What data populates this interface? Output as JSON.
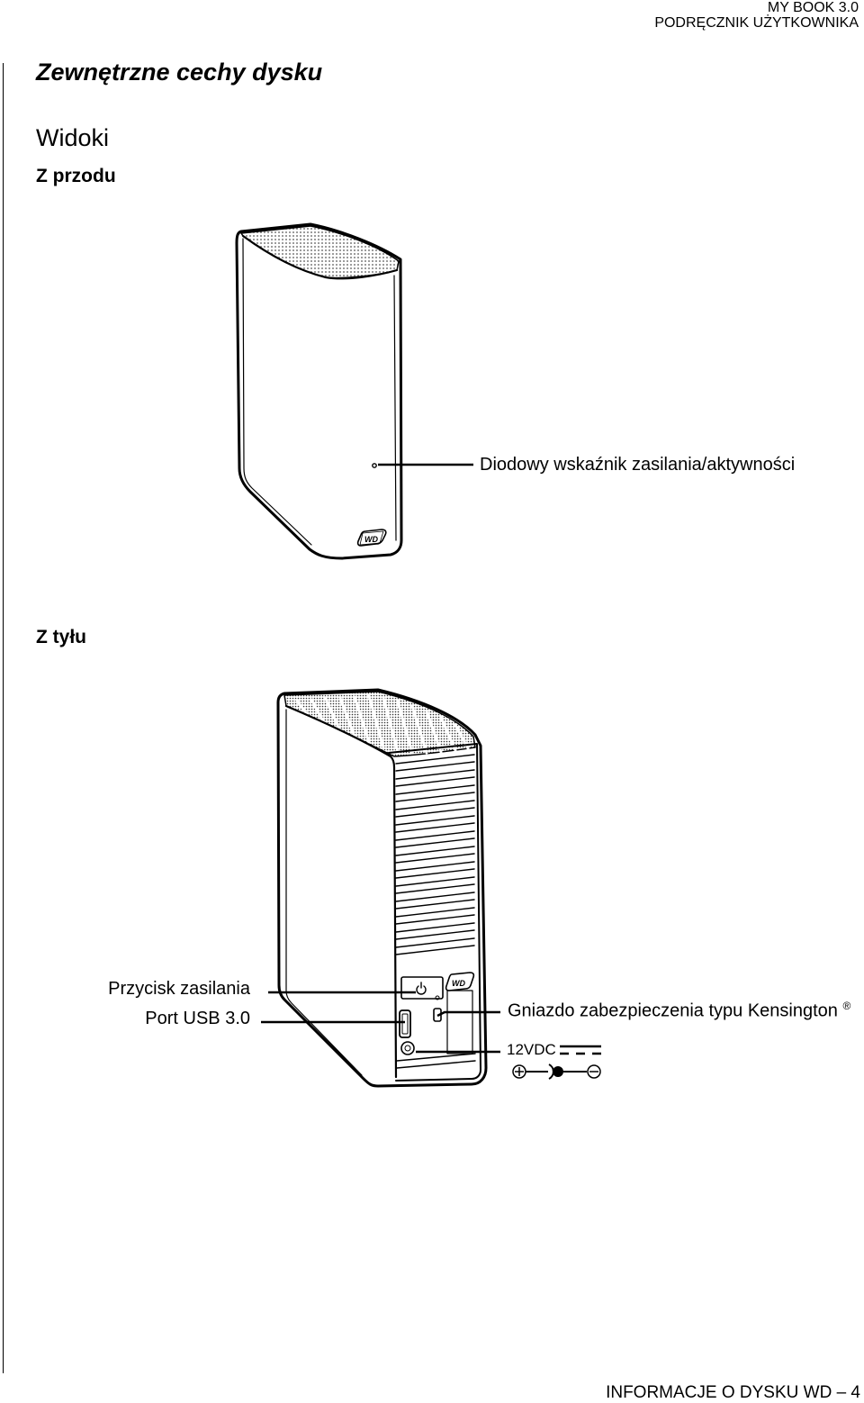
{
  "header": {
    "product": "MY BOOK 3.0",
    "manual": "PODRĘCZNIK UŻYTKOWNIKA"
  },
  "section": {
    "title": "Zewnętrzne cechy dysku",
    "subtitle": "Widoki",
    "front_heading": "Z przodu",
    "back_heading": "Z tyłu"
  },
  "front_callouts": {
    "led": "Diodowy wskaźnik zasilania/aktywności"
  },
  "back_callouts": {
    "power_button": "Przycisk zasilania",
    "usb_port": "Port USB 3.0",
    "kensington": "Gniazdo zabezpieczenia typu Kensington",
    "kensington_mark": "®",
    "dc_input": "12VDC"
  },
  "logo_text": "WD",
  "footer": {
    "text": "INFORMACJE O DYSKU WD – 4"
  }
}
